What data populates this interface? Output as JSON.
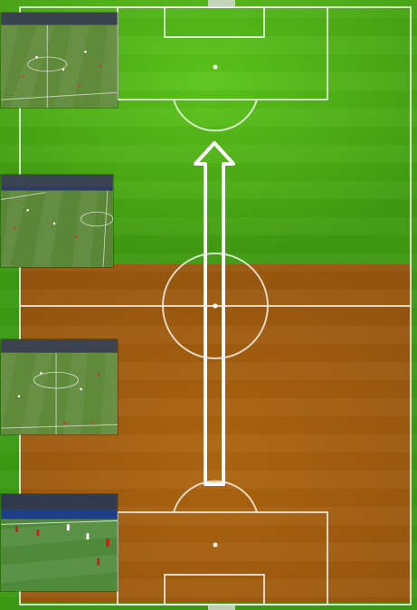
{
  "pitch": {
    "top_half_color": "#4fb014",
    "bottom_half_color": "#a7610f",
    "line_color": "#ffffff"
  },
  "arrow": {
    "direction": "up",
    "outline_color": "#ffffff"
  },
  "thumbnails": [
    {
      "name": "broadcast-view-1",
      "kind": "wide-pitch-view"
    },
    {
      "name": "broadcast-view-2",
      "kind": "wide-pitch-view"
    },
    {
      "name": "broadcast-view-3",
      "kind": "wide-pitch-view"
    },
    {
      "name": "broadcast-view-4",
      "kind": "near-touchline-view"
    }
  ]
}
